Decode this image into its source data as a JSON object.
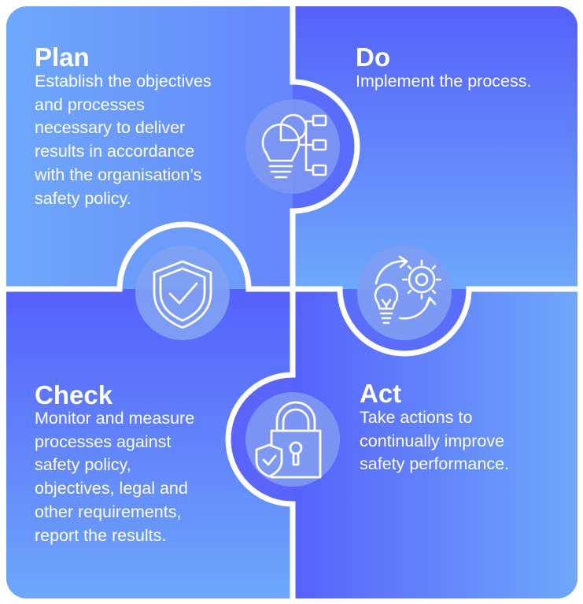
{
  "colors": {
    "light_blue": "#6fa9fb",
    "indigo": "#5661fb",
    "circle_fill": "#7d97f2",
    "divider": "#ffffff"
  },
  "quadrants": {
    "plan": {
      "title": "Plan",
      "text": "Establish the objectives\nand processes\nnecessary to deliver\nresults in accordance\nwith the organisation’s\nsafety policy.",
      "icon": "lightbulb-chart-flow-icon"
    },
    "do": {
      "title": "Do",
      "text": "Implement the process.",
      "icon": "lightbulb-gear-cycle-icon"
    },
    "check": {
      "title": "Check",
      "text": "Monitor and measure\nprocesses against\nsafety policy,\nobjectives, legal and\nother requirements,\nreport the results.",
      "icon": "shield-check-icon"
    },
    "act": {
      "title": "Act",
      "text": "Take actions to\ncontinually improve\nsafety performance.",
      "icon": "padlock-shield-icon"
    }
  }
}
